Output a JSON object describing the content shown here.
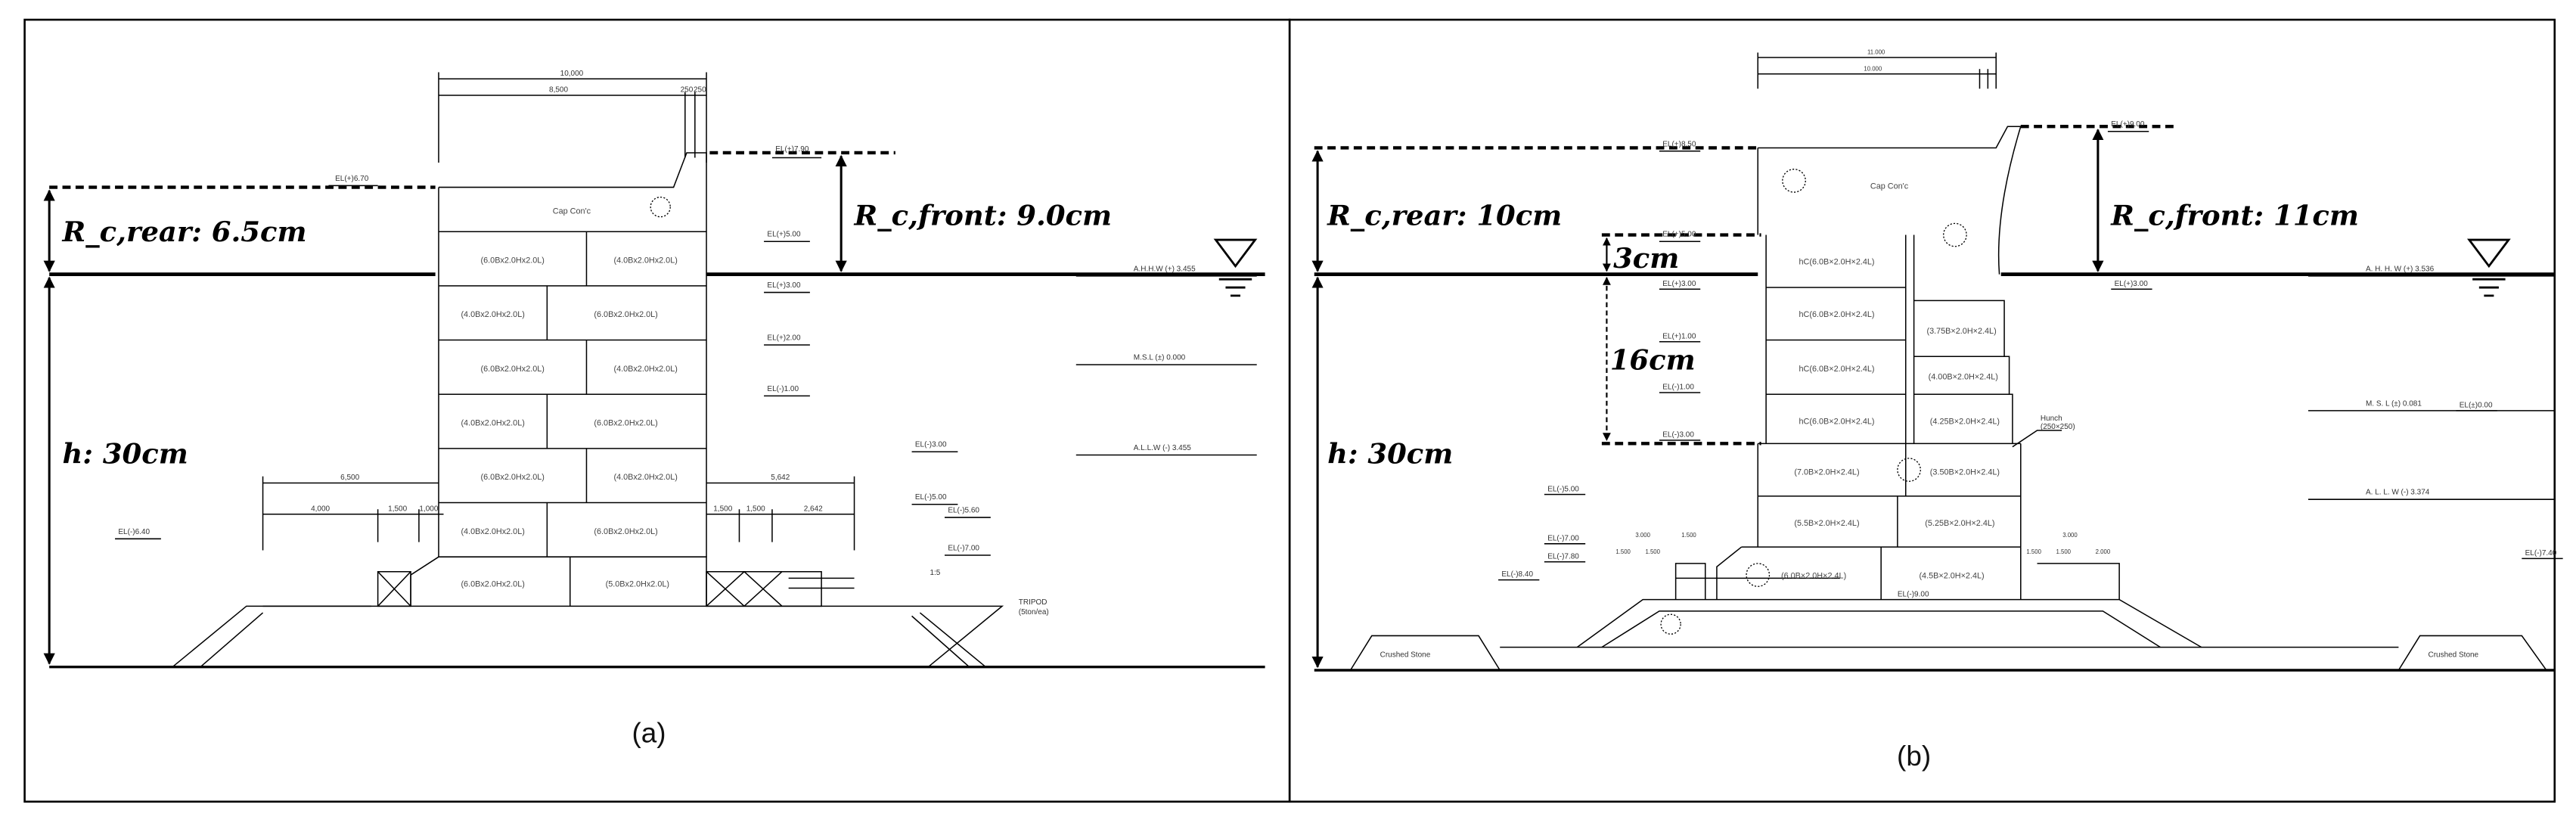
{
  "panel_a": {
    "caption": "(a)",
    "rc_rear": "R_c,rear: 6.5cm",
    "rc_front": "R_c,front: 9.0cm",
    "h": "h: 30cm",
    "cap": "Cap Con'c",
    "blocks": [
      "(6.0Bx2.0Hx2.0L)",
      "(4.0Bx2.0Hx2.0L)",
      "(4.0Bx2.0Hx2.0L)",
      "(6.0Bx2.0Hx2.0L)",
      "(6.0Bx2.0Hx2.0L)",
      "(4.0Bx2.0Hx2.0L)",
      "(4.0Bx2.0Hx2.0L)",
      "(6.0Bx2.0Hx2.0L)",
      "(6.0Bx2.0Hx2.0L)",
      "(4.0Bx2.0Hx2.0L)",
      "(4.0Bx2.0Hx2.0L)",
      "(6.0Bx2.0Hx2.0L)",
      "(6.0Bx2.0Hx2.0L)",
      "(5.0Bx2.0Hx2.0L)"
    ],
    "dims": [
      "10,000",
      "8,500",
      "250",
      "250",
      "6,500",
      "4,000",
      "1,500",
      "1,000",
      "5,642",
      "1,500",
      "1,500",
      "2,642"
    ],
    "elevations": [
      "EL(+)7.90",
      "EL(+)6.70",
      "EL(+)5.00",
      "EL(+)3.00",
      "EL(+)2.00",
      "EL(-)1.00",
      "EL(-)3.00",
      "EL(-)5.00",
      "EL(-)5.60",
      "EL(-)7.00",
      "EL(-)6.40"
    ],
    "water_levels": [
      "A.H.H.W (+) 3.455",
      "M.S.L (±) 0.000",
      "A.L.L.W (-) 3.455"
    ],
    "tripod": [
      "TRIPOD",
      "(5ton/ea)"
    ],
    "slope": "1:5"
  },
  "panel_b": {
    "caption": "(b)",
    "rc_rear": "R_c,rear: 10cm",
    "rc_front": "R_c,front: 11cm",
    "h": "h: 30cm",
    "d3": "3cm",
    "d16": "16cm",
    "cap": "Cap Con'c",
    "blocks": [
      "hC(6.0B×2.0H×2.4L)",
      "hC(6.0B×2.0H×2.4L)",
      "hC(6.0B×2.0H×2.4L)",
      "hC(6.0B×2.0H×2.4L)",
      "(3.75B×2.0H×2.4L)",
      "(4.00B×2.0H×2.4L)",
      "(4.25B×2.0H×2.4L)",
      "(7.0B×2.0H×2.4L)",
      "(3.50B×2.0H×2.4L)",
      "(5.5B×2.0H×2.4L)",
      "(5.25B×2.0H×2.4L)",
      "(6.0B×2.0H×2.4L)",
      "(4.5B×2.0H×2.4L)"
    ],
    "dims": [
      "11.000",
      "10.000",
      "3.000",
      "1.500",
      "1.500",
      "1.500",
      "3.000",
      "1.500",
      "1.500",
      "2.000"
    ],
    "elevations": [
      "EL(+)8.50",
      "EL(+)9.00",
      "EL(+)5.00",
      "EL(+)3.00",
      "EL(+)3.00",
      "EL(+)1.00",
      "EL(-)1.00",
      "EL(-)3.00",
      "EL(-)5.00",
      "EL(-)7.00",
      "EL(-)7.80",
      "EL(-)8.40",
      "EL(-)9.00",
      "EL(±)0.00",
      "EL(-)7.40"
    ],
    "water_levels": [
      "A. H. H. W (+) 3.536",
      "M. S. L (±) 0.081",
      "A. L. L. W (-) 3.374"
    ],
    "hunch": [
      "Hunch",
      "(250×250)"
    ],
    "crushed_stone": "Crushed Stone"
  }
}
